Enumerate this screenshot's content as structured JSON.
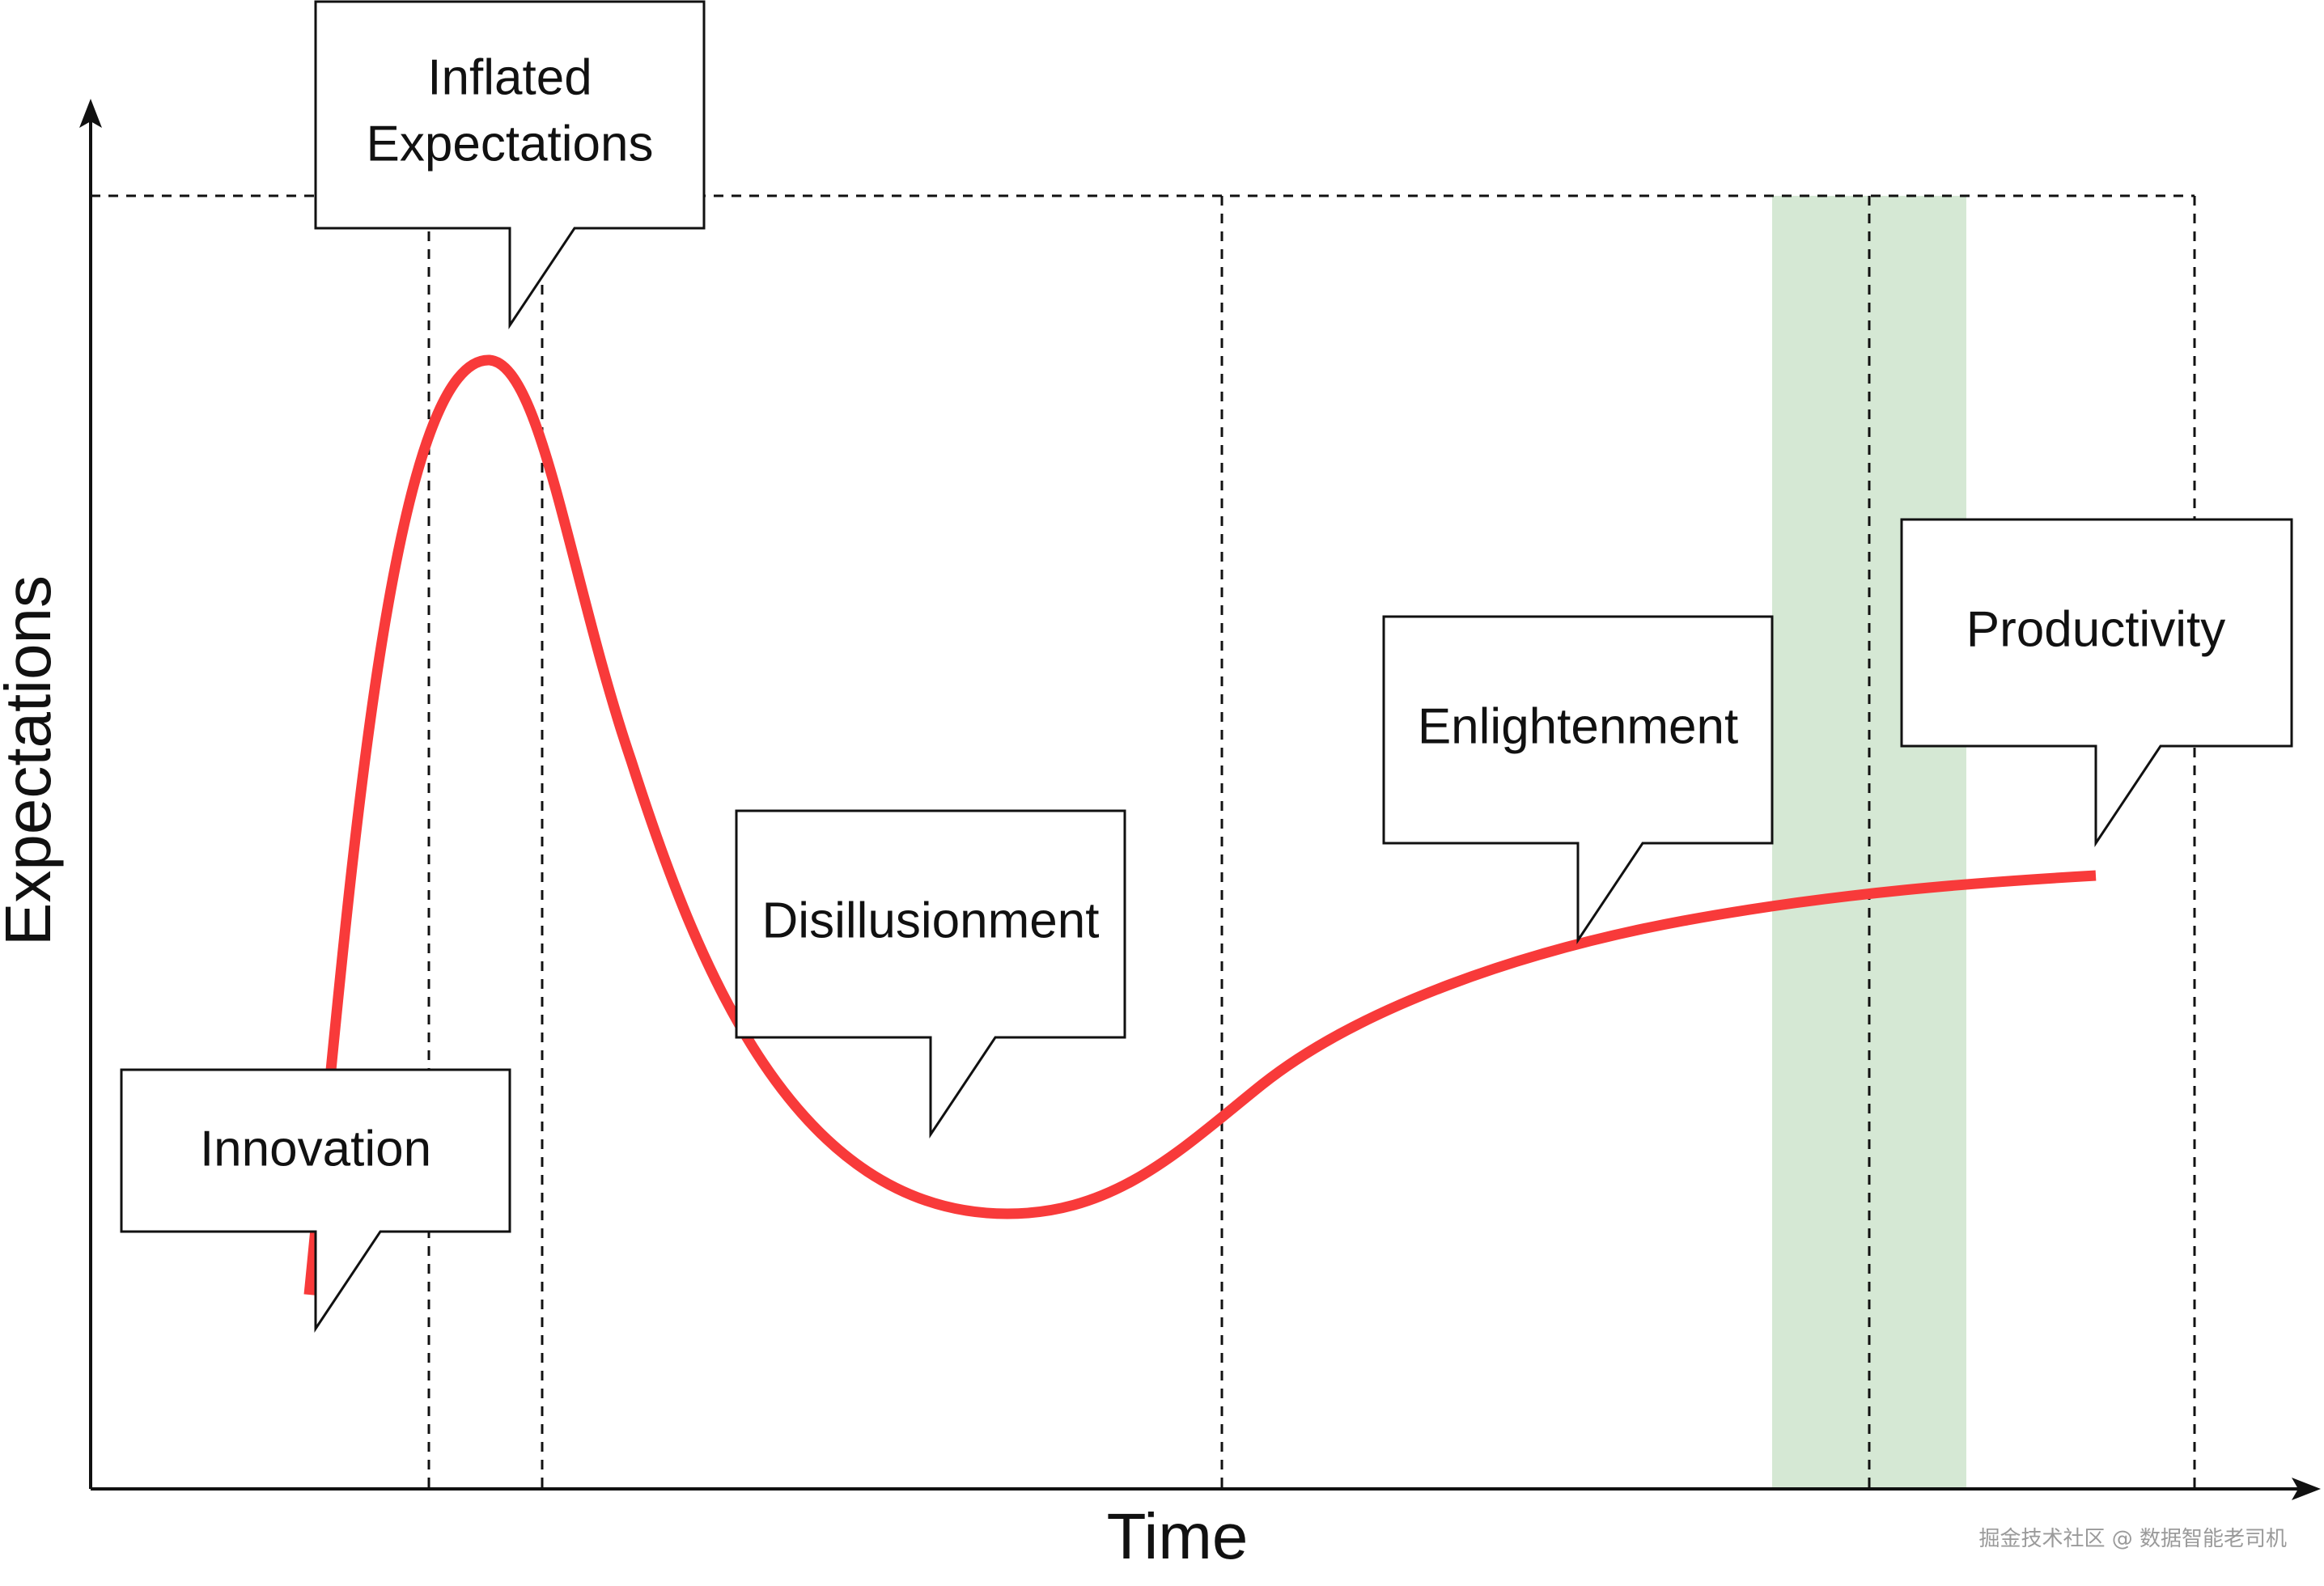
{
  "axes": {
    "x_label": "Time",
    "y_label": "Expectations"
  },
  "curve": {
    "color": "#f83a3a"
  },
  "highlight_band": {
    "color": "#d5e8d4"
  },
  "callouts": {
    "innovation": {
      "lines": [
        "Innovation"
      ]
    },
    "inflated": {
      "lines": [
        "Inflated",
        "Expectations"
      ]
    },
    "disillusionment": {
      "lines": [
        "Disillusionment"
      ]
    },
    "enlightenment": {
      "lines": [
        "Enlightenment"
      ]
    },
    "productivity": {
      "lines": [
        "Productivity"
      ]
    }
  },
  "watermark": "掘金技术社区 @ 数据智能老司机"
}
